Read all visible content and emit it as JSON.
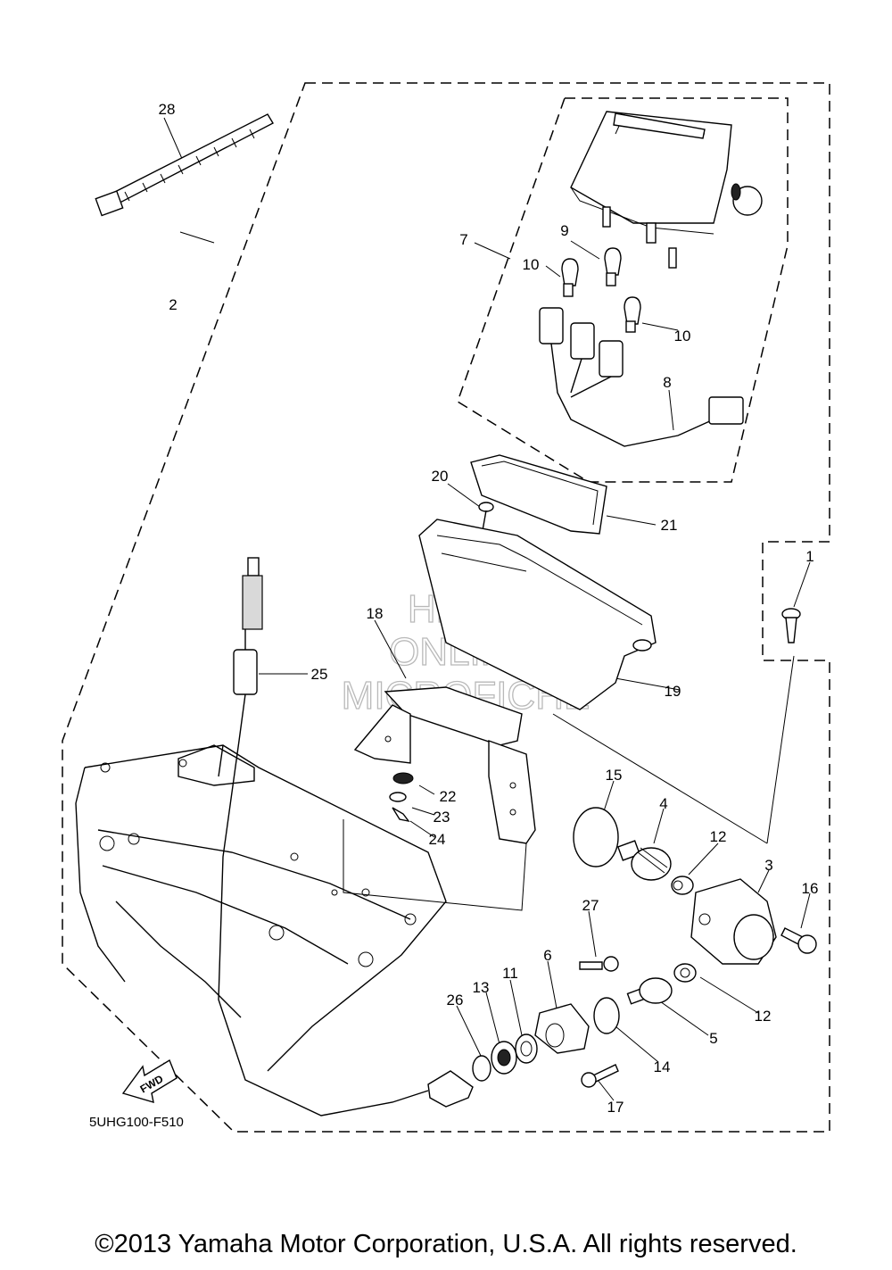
{
  "diagram": {
    "callouts": {
      "c1": "1",
      "c2": "2",
      "c3": "3",
      "c4": "4",
      "c5": "5",
      "c6": "6",
      "c7": "7",
      "c8": "8",
      "c9": "9",
      "c10a": "10",
      "c10b": "10",
      "c11": "11",
      "c12a": "12",
      "c12b": "12",
      "c13": "13",
      "c14": "14",
      "c15": "15",
      "c16": "16",
      "c17": "17",
      "c18": "18",
      "c19": "19",
      "c20": "20",
      "c21": "21",
      "c22": "22",
      "c23": "23",
      "c24": "24",
      "c25": "25",
      "c26": "26",
      "c27": "27",
      "c28": "28"
    },
    "fwd_label": "FWD",
    "reference_code": "5UHG100-F510",
    "watermark": [
      "HLSM",
      "ONLINE",
      "MICROFICHE"
    ]
  },
  "footer": {
    "copyright": "©2013 Yamaha Motor Corporation, U.S.A. All rights reserved."
  }
}
